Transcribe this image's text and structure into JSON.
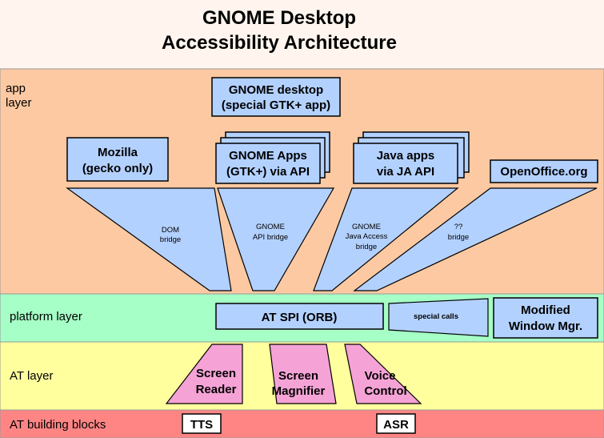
{
  "title": {
    "line1": "GNOME Desktop",
    "line2": "Accessibility Architecture"
  },
  "colors": {
    "title_bg": "#fff5ee",
    "app_layer": "#fdc9a2",
    "platform_layer": "#a6ffc6",
    "at_layer": "#ffff9e",
    "building_blocks": "#ff8585",
    "component_blue": "#b3d1ff",
    "at_pink": "#f5a3d6"
  },
  "layers": {
    "app": {
      "line1": "app",
      "line2": "layer"
    },
    "platform": "platform layer",
    "at": "AT layer",
    "blocks": "AT building blocks"
  },
  "apps": {
    "gnome_desktop": {
      "line1": "GNOME desktop",
      "line2": "(special GTK+ app)"
    },
    "mozilla": {
      "line1": "Mozilla",
      "line2": "(gecko only)"
    },
    "gnome_apps": {
      "line1": "GNOME Apps",
      "line2": "(GTK+) via API"
    },
    "java_apps": {
      "line1": "Java apps",
      "line2": "via JA API"
    },
    "openoffice": "OpenOffice.org"
  },
  "bridges": {
    "dom": {
      "line1": "DOM",
      "line2": "bridge"
    },
    "gnome_api": {
      "line1": "GNOME",
      "line2": "API bridge"
    },
    "java_access": {
      "line1": "GNOME",
      "line2": "Java Access",
      "line3": "bridge"
    },
    "unknown": {
      "line1": "??",
      "line2": "bridge"
    }
  },
  "platform": {
    "at_spi": "AT SPI (ORB)",
    "special_calls": "special calls",
    "window_mgr": {
      "line1": "Modified",
      "line2": "Window Mgr."
    }
  },
  "at": {
    "screen_reader": {
      "line1": "Screen",
      "line2": "Reader"
    },
    "screen_magnifier": {
      "line1": "Screen",
      "line2": "Magnifier"
    },
    "voice_control": {
      "line1": "Voice",
      "line2": "Control"
    }
  },
  "blocks": {
    "tts": "TTS",
    "asr": "ASR"
  }
}
